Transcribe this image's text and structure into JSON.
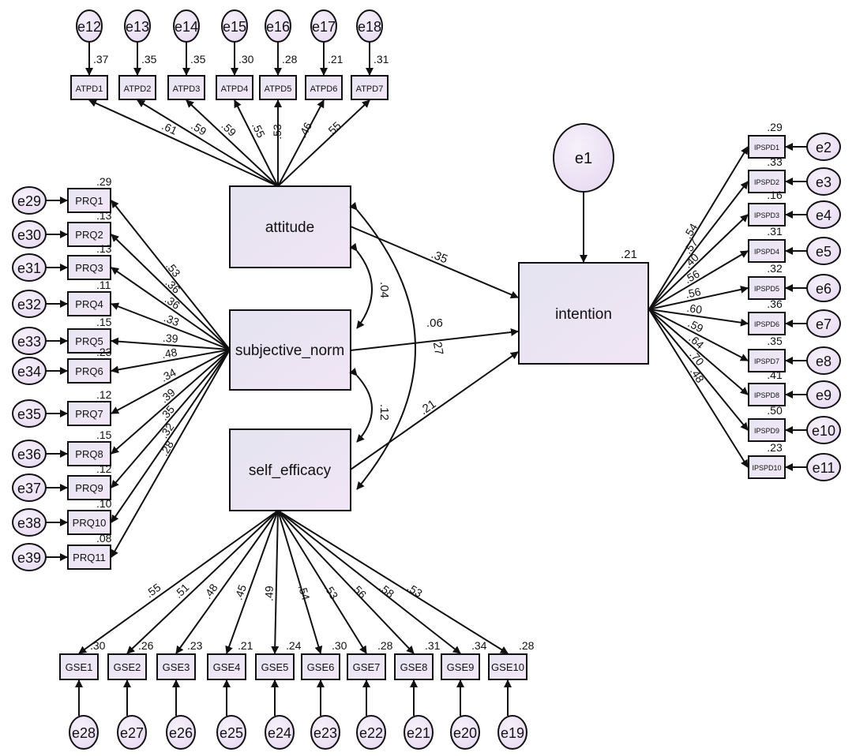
{
  "colors": {
    "box_fill": "#ece8f5",
    "node_fill": "#f1e7f7",
    "line": "#111111"
  },
  "constructs": {
    "attitude": "attitude",
    "subjective_norm": "subjective_norm",
    "self_efficacy": "self_efficacy",
    "intention": "intention",
    "intention_error": "e1",
    "intention_r2": ".21"
  },
  "structural": {
    "att_int": ".35",
    "sn_int": ".06",
    "se_int": ".21",
    "att_sn": ".04",
    "sn_se": ".12",
    "att_se": ".27"
  },
  "atpd_items": [
    {
      "name": "ATPD1",
      "error": "e12",
      "r2": ".37",
      "loading": ".61"
    },
    {
      "name": "ATPD2",
      "error": "e13",
      "r2": ".35",
      "loading": ".59"
    },
    {
      "name": "ATPD3",
      "error": "e14",
      "r2": ".35",
      "loading": ".59"
    },
    {
      "name": "ATPD4",
      "error": "e15",
      "r2": ".30",
      "loading": ".55"
    },
    {
      "name": "ATPD5",
      "error": "e16",
      "r2": ".28",
      "loading": ".53"
    },
    {
      "name": "ATPD6",
      "error": "e17",
      "r2": ".21",
      "loading": ".46"
    },
    {
      "name": "ATPD7",
      "error": "e18",
      "r2": ".31",
      "loading": ".55"
    }
  ],
  "prq_items": [
    {
      "name": "PRQ1",
      "error": "e29",
      "r2": ".29",
      "loading": ".53"
    },
    {
      "name": "PRQ2",
      "error": "e30",
      "r2": ".13",
      "loading": ".36"
    },
    {
      "name": "PRQ3",
      "error": "e31",
      "r2": ".13",
      "loading": ".36"
    },
    {
      "name": "PRQ4",
      "error": "e32",
      "r2": ".11",
      "loading": ".33"
    },
    {
      "name": "PRQ5",
      "error": "e33",
      "r2": ".15",
      "loading": ".39"
    },
    {
      "name": "PRQ6",
      "error": "e34",
      "r2": ".23",
      "loading": ".48"
    },
    {
      "name": "PRQ7",
      "error": "e35",
      "r2": ".12",
      "loading": ".34"
    },
    {
      "name": "PRQ8",
      "error": "e36",
      "r2": ".15",
      "loading": ".39"
    },
    {
      "name": "PRQ9",
      "error": "e37",
      "r2": ".12",
      "loading": ".35"
    },
    {
      "name": "PRQ10",
      "error": "e38",
      "r2": ".10",
      "loading": ".32"
    },
    {
      "name": "PRQ11",
      "error": "e39",
      "r2": ".08",
      "loading": ".28"
    }
  ],
  "gse_items": [
    {
      "name": "GSE1",
      "error": "e28",
      "r2": ".30",
      "loading": ".55"
    },
    {
      "name": "GSE2",
      "error": "e27",
      "r2": ".26",
      "loading": ".51"
    },
    {
      "name": "GSE3",
      "error": "e26",
      "r2": ".23",
      "loading": ".48"
    },
    {
      "name": "GSE4",
      "error": "e25",
      "r2": ".21",
      "loading": ".45"
    },
    {
      "name": "GSE5",
      "error": "e24",
      "r2": ".24",
      "loading": ".49"
    },
    {
      "name": "GSE6",
      "error": "e23",
      "r2": ".30",
      "loading": ".54"
    },
    {
      "name": "GSE7",
      "error": "e22",
      "r2": ".28",
      "loading": ".53"
    },
    {
      "name": "GSE8",
      "error": "e21",
      "r2": ".31",
      "loading": ".56"
    },
    {
      "name": "GSE9",
      "error": "e20",
      "r2": ".34",
      "loading": ".58"
    },
    {
      "name": "GSE10",
      "error": "e19",
      "r2": ".28",
      "loading": ".53"
    }
  ],
  "ipspd_items": [
    {
      "name": "IPSPD1",
      "error": "e2",
      "r2": ".29",
      "loading": ".54"
    },
    {
      "name": "IPSPD2",
      "error": "e3",
      "r2": ".33",
      "loading": ".57"
    },
    {
      "name": "IPSPD3",
      "error": "e4",
      "r2": ".16",
      "loading": ".40"
    },
    {
      "name": "IPSPD4",
      "error": "e5",
      "r2": ".31",
      "loading": ".56"
    },
    {
      "name": "IPSPD5",
      "error": "e6",
      "r2": ".32",
      "loading": ".56"
    },
    {
      "name": "IPSPD6",
      "error": "e7",
      "r2": ".36",
      "loading": ".60"
    },
    {
      "name": "IPSPD7",
      "error": "e8",
      "r2": ".35",
      "loading": ".59"
    },
    {
      "name": "IPSPD8",
      "error": "e9",
      "r2": ".41",
      "loading": ".64"
    },
    {
      "name": "IPSPD9",
      "error": "e10",
      "r2": ".50",
      "loading": ".70"
    },
    {
      "name": "IPSPD10",
      "error": "e11",
      "r2": ".23",
      "loading": ".48"
    }
  ]
}
